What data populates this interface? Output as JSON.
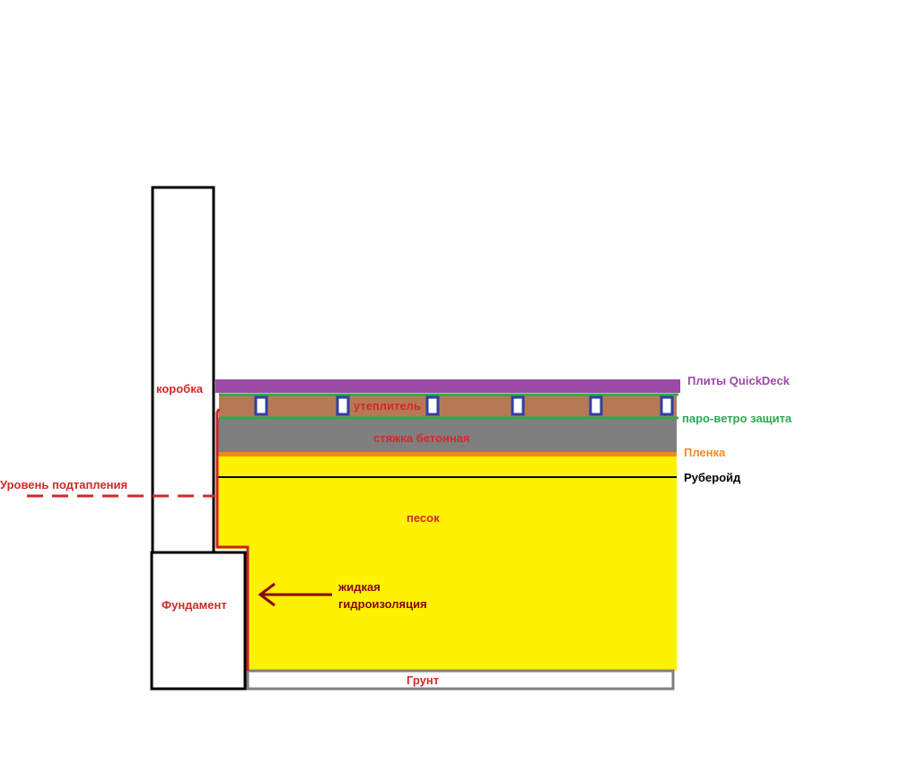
{
  "labels": {
    "box": "коробка",
    "flood_level": "Уровень подтапления",
    "insulation": "утеплитель",
    "screed": "стяжка бетонная",
    "sand": "песок",
    "foundation": "Фундамент",
    "liquid_waterproofing_line1": "жидкая",
    "liquid_waterproofing_line2": "гидроизоляция",
    "ground": "Грунт"
  },
  "callouts": {
    "quickdeck": "Плиты QuickDeck",
    "vapor_wind_barrier": "паро-ветро защита",
    "film": "Пленка",
    "roofing_felt": "Руберойд"
  },
  "colors": {
    "quickdeck": "#9b4aa6",
    "vapor_wind_barrier": "#2fa84f",
    "insulation": "#b57a55",
    "joist_border": "#2f3fa5",
    "screed": "#7f7f7f",
    "film": "#f08a24",
    "sand": "#fff200",
    "roofing_felt": "#000000",
    "waterproofing": "#cc1f2b",
    "arrow": "#8b0015",
    "label_red": "#d12a2a",
    "ground_border": "#7f7f7f",
    "wall_border": "#000000"
  }
}
